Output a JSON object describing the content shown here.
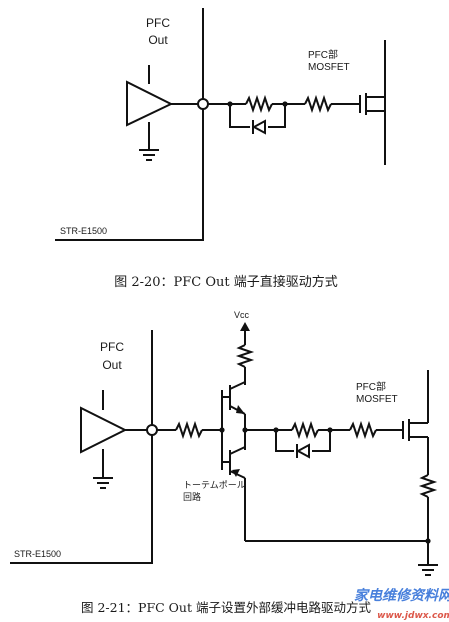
{
  "figure1": {
    "pfc_label_line1": "PFC",
    "pfc_label_line2": "Out",
    "mosfet_label_line1": "PFC部",
    "mosfet_label_line2": "MOSFET",
    "ic_label": "STR-E1500",
    "caption": "图 2-20：PFC Out 端子直接驱动方式"
  },
  "figure2": {
    "vcc_label": "Vcc",
    "pfc_label_line1": "PFC",
    "pfc_label_line2": "Out",
    "mosfet_label_line1": "PFC部",
    "mosfet_label_line2": "MOSFET",
    "totem_label_line1": "トーテムポール",
    "totem_label_line2": "回路",
    "ic_label": "STR-E1500",
    "caption": "图 2-21：PFC Out 端子设置外部缓冲电路驱动方式"
  },
  "watermark": {
    "line1": "家电维修资料网",
    "line2": "www.jdwx.com"
  },
  "colors": {
    "line": "#111111",
    "watermark_blue": "#2a6bd6",
    "watermark_red": "#d63a2a"
  }
}
